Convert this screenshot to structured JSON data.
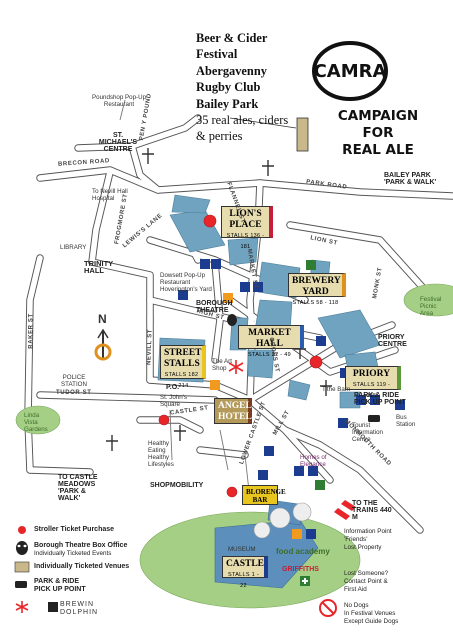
{
  "event": {
    "line1": "Beer & Cider",
    "line2": "Festival",
    "line3": "Abergavenny",
    "line4": "Rugby Club",
    "line5": "Bailey Park",
    "line6": "35 real ales, ciders",
    "line7": "& perries"
  },
  "camra": {
    "logo": "CAMRA",
    "line1": "CAMPAIGN",
    "line2": "FOR",
    "line3": "REAL ALE"
  },
  "venues": {
    "lions_place": {
      "name": "LION'S PLACE",
      "stalls": "STALLS 136 - 181"
    },
    "brewery_yard": {
      "name": "BREWERY YARD",
      "stalls": "STALLS 58 - 118"
    },
    "market_hall": {
      "name": "MARKET HALL",
      "stalls": "STALLS 22 - 49"
    },
    "street_stalls": {
      "name": "STREET STALLS",
      "stalls": "STALLS 182 - 214"
    },
    "priory": {
      "name": "PRIORY",
      "stalls": "STALLS 119 - 135"
    },
    "angel_hotel": {
      "name": "ANGEL HOTEL"
    },
    "castle": {
      "name": "CASTLE",
      "stalls": "STALLS 1 - 22"
    },
    "blorenge_bar": {
      "name": "BLORENGE BAR"
    }
  },
  "places": {
    "poundshop": "Poundshop Pop-Up Restaurant",
    "st_michaels": "ST. MICHAEL'S CENTRE",
    "nevill_hall": "To Nevill Hall Hospital",
    "bailey_park": "BAILEY PARK 'PARK & WALK'",
    "library": "LIBRARY",
    "trinity_hall": "TRINITY HALL",
    "dowsett": "Dowsett Pop-Up Restaurant Hoverington's Yard",
    "borough_theatre": "BOROUGH THEATRE",
    "priory_centre": "PRIORY CENTRE",
    "the_art_shop": "The Art Shop",
    "tithe_barn": "Tithe Barn",
    "park_ride": "PARK & RIDE PICK UP POINT",
    "po": "P.O.",
    "st_johns": "St. John's Square",
    "police": "POLICE STATION",
    "linda_vista": "Linda Vista Gardens",
    "castle_meadows": "TO CASTLE MEADOWS 'PARK & WALK'",
    "healthy": "Healthy Eating Healthy Lifestyles",
    "shopmobility": "SHOPMOBILITY",
    "tourist": "Tourist Information Centre",
    "bus_station": "Bus Station",
    "homes": "Homes of Elegance",
    "museum": "MUSEUM",
    "trains": "TO THE TRAINS 440 M",
    "food_academy": "food academy",
    "griffiths": "GRIFFITHS",
    "priory_area": "Festival Picnic Area"
  },
  "roads": {
    "pen_y_pound": "PEN Y POUND",
    "brecon": "BRECON ROAD",
    "park_road": "PARK ROAD",
    "frogmore": "FROGMORE ST",
    "lewis_lane": "LEWIS'S LANE",
    "market_st": "MARKET ST",
    "lion_st": "LION ST",
    "baker_st": "BAKER ST",
    "nevill_st": "NEVILL ST",
    "cross_st": "CROSS ST",
    "castle_st": "CASTLE ST",
    "tudor_st": "TUDOR ST",
    "monk_st": "MONK ST",
    "monmouth_road": "MONMOUTH ROAD",
    "lower_castle": "LOWER CASTLE ST",
    "mill_st": "MILL ST",
    "flannel": "FLANNEL ST",
    "high_st": "HIGH ST"
  },
  "north": "N",
  "legend": {
    "stroller": "Stroller Ticket Purchase",
    "box_office_1": "Borough Theatre Box Office",
    "box_office_2": "Individually Ticketed Events",
    "ticketed": "Individually Ticketed Venues",
    "park_ride_1": "PARK & RIDE",
    "park_ride_2": "PICK UP POINT",
    "brewin_1": "BREWIN",
    "brewin_2": "DOLPHIN",
    "info_1": "Information Point",
    "info_2": "'Friends'",
    "info_3": "Lost Property",
    "lost_1": "Lost Someone?",
    "lost_2": "Contact Point &",
    "lost_3": "First Aid",
    "dogs_1": "No Dogs",
    "dogs_2": "In Festival Venues",
    "dogs_3": "Except Guide Dogs"
  },
  "colors": {
    "building": "#6fa3c0",
    "venue_fill": "#e6dcae",
    "stroller": "#e8262a",
    "green": "#5a9a3a",
    "tan": "#c9b98a"
  }
}
